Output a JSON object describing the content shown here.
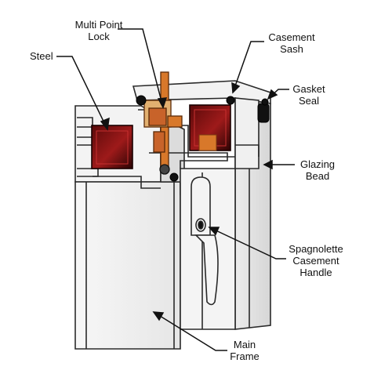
{
  "colors": {
    "profile_fill": "#f3f3f3",
    "outline": "#2a2a2a",
    "steel_dark": "#3a0606",
    "steel_mid": "#9e1a1a",
    "lock_orange": "#d8782a",
    "lock_tan": "#e2b070",
    "handle_fill": "#f4f4f4",
    "gasket_dark": "#111111",
    "leader": "#111111"
  },
  "labels": {
    "multi_point_lock": [
      "Multi Point",
      "Lock"
    ],
    "steel": [
      "Steel"
    ],
    "casement_sash": [
      "Casement",
      "Sash"
    ],
    "gasket_seal": [
      "Gasket",
      "Seal"
    ],
    "glazing_bead": [
      "Glazing",
      "Bead"
    ],
    "spagnolette_handle": [
      "Spagnolette",
      "Casement",
      "Handle"
    ],
    "main_frame": [
      "Main",
      "Frame"
    ]
  }
}
